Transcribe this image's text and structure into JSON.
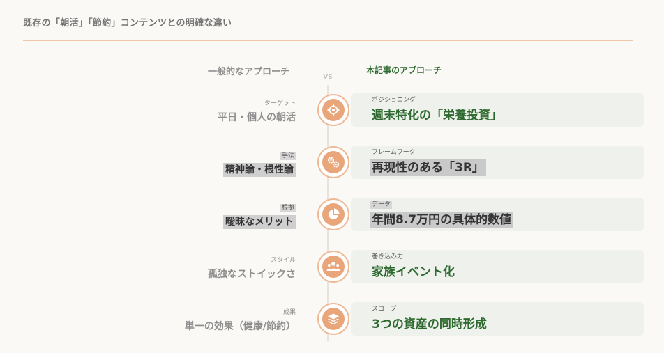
{
  "page": {
    "title": "既存の「朝活」「節約」コンテンツとの明確な違い"
  },
  "header": {
    "left": "一般的なアプローチ",
    "vs": "VS",
    "right": "本記事のアプローチ"
  },
  "rows": [
    {
      "left_tag": "ターゲット",
      "left_main": "平日・個人の朝活",
      "icon": "crosshair-icon",
      "right_tag": "ポジショニング",
      "right_main": "週末特化の「栄養投資」"
    },
    {
      "left_tag": "手法",
      "left_main": "精神論・根性論",
      "icon": "gears-icon",
      "right_tag": "フレームワーク",
      "right_main": "再現性のある「3R」"
    },
    {
      "left_tag": "根拠",
      "left_main": "曖昧なメリット",
      "icon": "pie-chart-icon",
      "right_tag": "データ",
      "right_main": "年間8.7万円の具体的数値"
    },
    {
      "left_tag": "スタイル",
      "left_main": "孤独なストイックさ",
      "icon": "people-group-icon",
      "right_tag": "巻き込み力",
      "right_main": "家族イベント化"
    },
    {
      "left_tag": "成果",
      "left_main": "単一の効果（健康/節約）",
      "icon": "layers-icon",
      "right_tag": "スコープ",
      "right_main": "3つの資産の同時形成"
    }
  ],
  "colors": {
    "accent": "#e9a67b",
    "green": "#2e6a2f",
    "rule": "#f0c7a7"
  }
}
